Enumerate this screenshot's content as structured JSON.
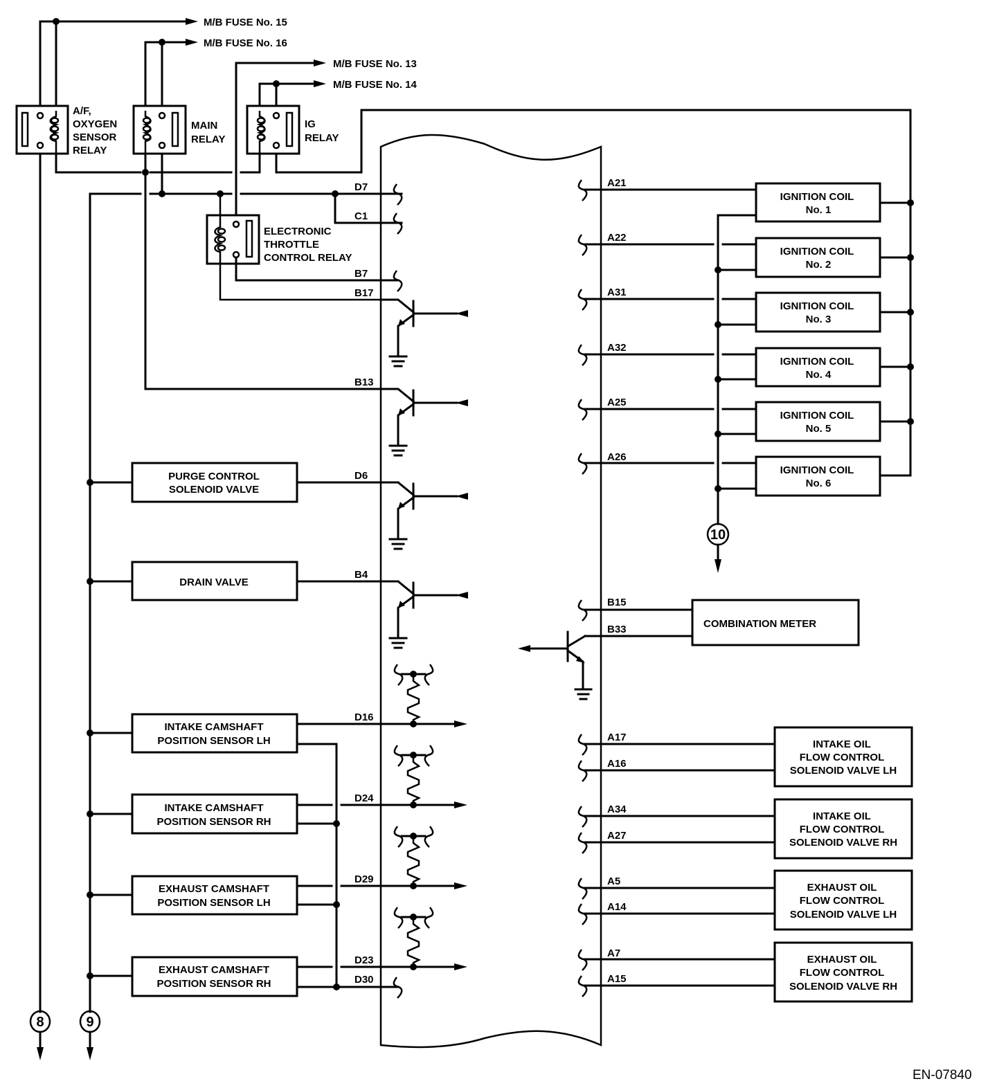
{
  "diagram": {
    "reference_code": "EN-07840",
    "fuses": [
      {
        "id": "fuse15",
        "label": "M/B FUSE No. 15"
      },
      {
        "id": "fuse16",
        "label": "M/B FUSE No. 16"
      },
      {
        "id": "fuse13",
        "label": "M/B FUSE No. 13"
      },
      {
        "id": "fuse14",
        "label": "M/B FUSE No. 14"
      }
    ],
    "relays": {
      "af_oxygen": [
        "A/F,",
        "OXYGEN",
        "SENSOR",
        "RELAY"
      ],
      "main": [
        "MAIN",
        "RELAY"
      ],
      "ig": [
        "IG",
        "RELAY"
      ],
      "throttle": [
        "ELECTRONIC",
        "THROTTLE",
        "CONTROL RELAY"
      ]
    },
    "left_pins": {
      "D7": "D7",
      "C1": "C1",
      "B7": "B7",
      "B17": "B17",
      "B13": "B13",
      "D6": "D6",
      "B4": "B4",
      "D16": "D16",
      "D24": "D24",
      "D29": "D29",
      "D23": "D23",
      "D30": "D30"
    },
    "right_pins": {
      "A21": "A21",
      "A22": "A22",
      "A31": "A31",
      "A32": "A32",
      "A25": "A25",
      "A26": "A26",
      "B15": "B15",
      "B33": "B33",
      "A17": "A17",
      "A16": "A16",
      "A34": "A34",
      "A27": "A27",
      "A5": "A5",
      "A14": "A14",
      "A7": "A7",
      "A15": "A15"
    },
    "components": {
      "purge": [
        "PURGE CONTROL",
        "SOLENOID VALVE"
      ],
      "drain": [
        "DRAIN VALVE"
      ],
      "intake_cam_lh": [
        "INTAKE CAMSHAFT",
        "POSITION SENSOR LH"
      ],
      "intake_cam_rh": [
        "INTAKE CAMSHAFT",
        "POSITION SENSOR RH"
      ],
      "exhaust_cam_lh": [
        "EXHAUST CAMSHAFT",
        "POSITION SENSOR LH"
      ],
      "exhaust_cam_rh": [
        "EXHAUST CAMSHAFT",
        "POSITION SENSOR RH"
      ],
      "combination_meter": [
        "COMBINATION METER"
      ],
      "ignition_coils": [
        [
          "IGNITION COIL",
          "No. 1"
        ],
        [
          "IGNITION COIL",
          "No. 2"
        ],
        [
          "IGNITION COIL",
          "No. 3"
        ],
        [
          "IGNITION COIL",
          "No. 4"
        ],
        [
          "IGNITION COIL",
          "No. 5"
        ],
        [
          "IGNITION COIL",
          "No. 6"
        ]
      ],
      "intake_ocv_lh": [
        "INTAKE OIL",
        "FLOW CONTROL",
        "SOLENOID VALVE LH"
      ],
      "intake_ocv_rh": [
        "INTAKE OIL",
        "FLOW CONTROL",
        "SOLENOID VALVE RH"
      ],
      "exhaust_ocv_lh": [
        "EXHAUST OIL",
        "FLOW CONTROL",
        "SOLENOID VALVE LH"
      ],
      "exhaust_ocv_rh": [
        "EXHAUST OIL",
        "FLOW CONTROL",
        "SOLENOID VALVE RH"
      ]
    },
    "connectors": {
      "c8": "8",
      "c9": "9",
      "c10": "10"
    }
  }
}
